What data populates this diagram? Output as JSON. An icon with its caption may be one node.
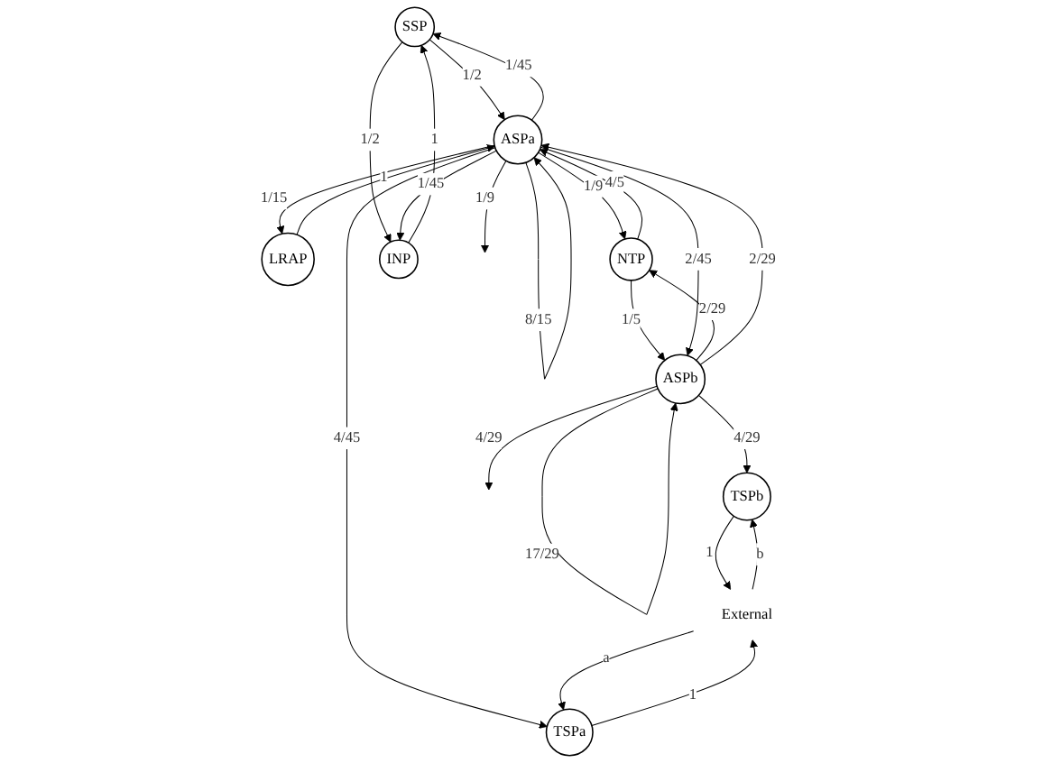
{
  "diagram": {
    "nodes": [
      {
        "text": [
          "SSP"
        ]
      },
      {
        "text": [
          "LRAP"
        ]
      },
      {
        "text": [
          "NTP"
        ]
      },
      {
        "text": [
          "ASPa"
        ]
      },
      {
        "text": [
          "ASPb"
        ]
      },
      {
        "text": [
          "INP"
        ]
      },
      {
        "text": [
          "TSPa"
        ]
      },
      {
        "text": [
          "External"
        ]
      },
      {
        "text": [
          "TSPb"
        ]
      }
    ],
    "edges": [
      {
        "from": 0,
        "to": 3,
        "arrow": "to",
        "label": "1/2"
      },
      {
        "from": 3,
        "to": 0,
        "arrow": "to",
        "label": "1/45"
      },
      {
        "from": 0,
        "to": 5,
        "arrow": "to",
        "label": "1/2"
      },
      {
        "from": 5,
        "to": 0,
        "arrow": "to",
        "label": "1"
      },
      {
        "from": 3,
        "to": 3,
        "arrow": "to",
        "label": "8/15"
      },
      {
        "from": 1,
        "to": 3,
        "arrow": "to",
        "label": "1"
      },
      {
        "from": 3,
        "to": 1,
        "arrow": "to",
        "label": "1/15"
      },
      {
        "from": 2,
        "to": 3,
        "arrow": "to",
        "label": "4/5"
      },
      {
        "from": 3,
        "to": 2,
        "arrow": "to",
        "label": "1/9"
      },
      {
        "from": 2,
        "to": 4,
        "arrow": "to",
        "label": "1/5"
      },
      {
        "from": 4,
        "to": 2,
        "arrow": "to",
        "label": "2/29"
      },
      {
        "from": 3,
        "to": 4,
        "arrow": "to",
        "label": "2/45"
      },
      {
        "from": 4,
        "to": 3,
        "arrow": "to",
        "label": "2/29"
      },
      {
        "from": 4,
        "to": 4,
        "arrow": "to",
        "label": "17/29"
      },
      {
        "from": 3,
        "to": 5,
        "arrow": "to",
        "label": "1/45"
      },
      {
        "from": 3,
        "to": 6,
        "arrow": "to",
        "label": "4/45"
      },
      {
        "from": 3,
        "to": null,
        "arrow": "to",
        "label": "1/9"
      },
      {
        "from": 4,
        "to": null,
        "arrow": "to",
        "label": "4/29"
      },
      {
        "from": 4,
        "to": 8,
        "arrow": "to",
        "label": "4/29"
      },
      {
        "from": 6,
        "to": 7,
        "arrow": "to",
        "label": "1"
      },
      {
        "from": 7,
        "to": 6,
        "arrow": "to",
        "label": "a"
      },
      {
        "from": 8,
        "to": 7,
        "arrow": "to",
        "label": "1"
      },
      {
        "from": 7,
        "to": 8,
        "arrow": "to",
        "label": "b"
      }
    ]
  }
}
